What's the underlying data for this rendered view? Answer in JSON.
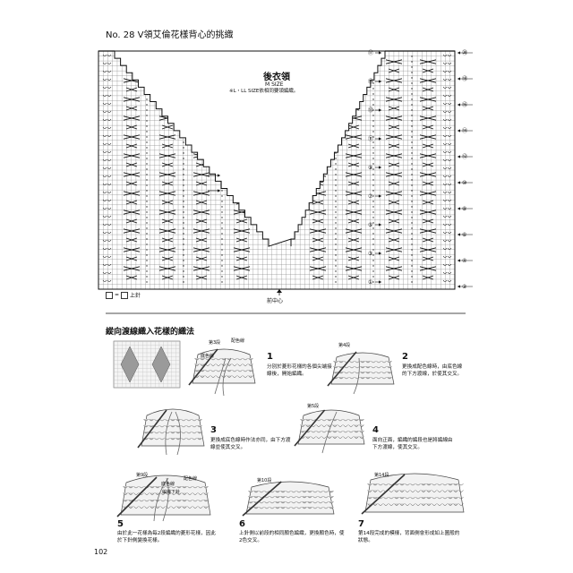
{
  "header": {
    "title": "No. 28  V領艾倫花樣背心的挑織"
  },
  "chart": {
    "heading": "後衣領",
    "size": "M SIZE",
    "note": "※L・LL SIZE依相同要領編織。",
    "center_label": "前中心",
    "legend": "上針",
    "row_markers": [
      "⑰",
      "⑮",
      "⑬",
      "⑪",
      "⑨",
      "⑦",
      "⑤",
      "③",
      "①"
    ],
    "row_markers_right": [
      "⑳",
      "⑱",
      "⑯",
      "⑭",
      "⑫",
      "⑩",
      "⑧",
      "⑥",
      "④",
      "②"
    ]
  },
  "section": {
    "title": "縱向渡線織入花樣的織法"
  },
  "steps": [
    {
      "num": "1",
      "text": "分別於菱形花樣的各個尖端接線後，開始編織。",
      "labels": [
        "第3段",
        "配色線",
        "底色線"
      ]
    },
    {
      "num": "2",
      "text": "更換成配色線時，由底色線的下方渡線，於使其交叉。",
      "labels": [
        "第4段"
      ]
    },
    {
      "num": "3",
      "text": "更換成底色線時作法亦同，由下方渡線並使其交叉。",
      "labels": []
    },
    {
      "num": "4",
      "text": "面向正面，編織的編段也是將編線由下方渡線，使其交叉。",
      "labels": [
        "第5段"
      ]
    },
    {
      "num": "5",
      "text": "由於此一花樣為每2段編織的菱形花樣，因此於下針側變換花樣。",
      "labels": [
        "第9段",
        "底色線",
        "配色線",
        "編織下針"
      ]
    },
    {
      "num": "6",
      "text": "上針側以前段的相同顏色編織，更換顏色時，使2色交叉。",
      "labels": [
        "第10段"
      ]
    },
    {
      "num": "7",
      "text": "第14段完成的模樣，背面側會形成如上圖般的狀態。",
      "labels": [
        "第14段"
      ]
    }
  ],
  "footer": {
    "page_number": "102"
  }
}
